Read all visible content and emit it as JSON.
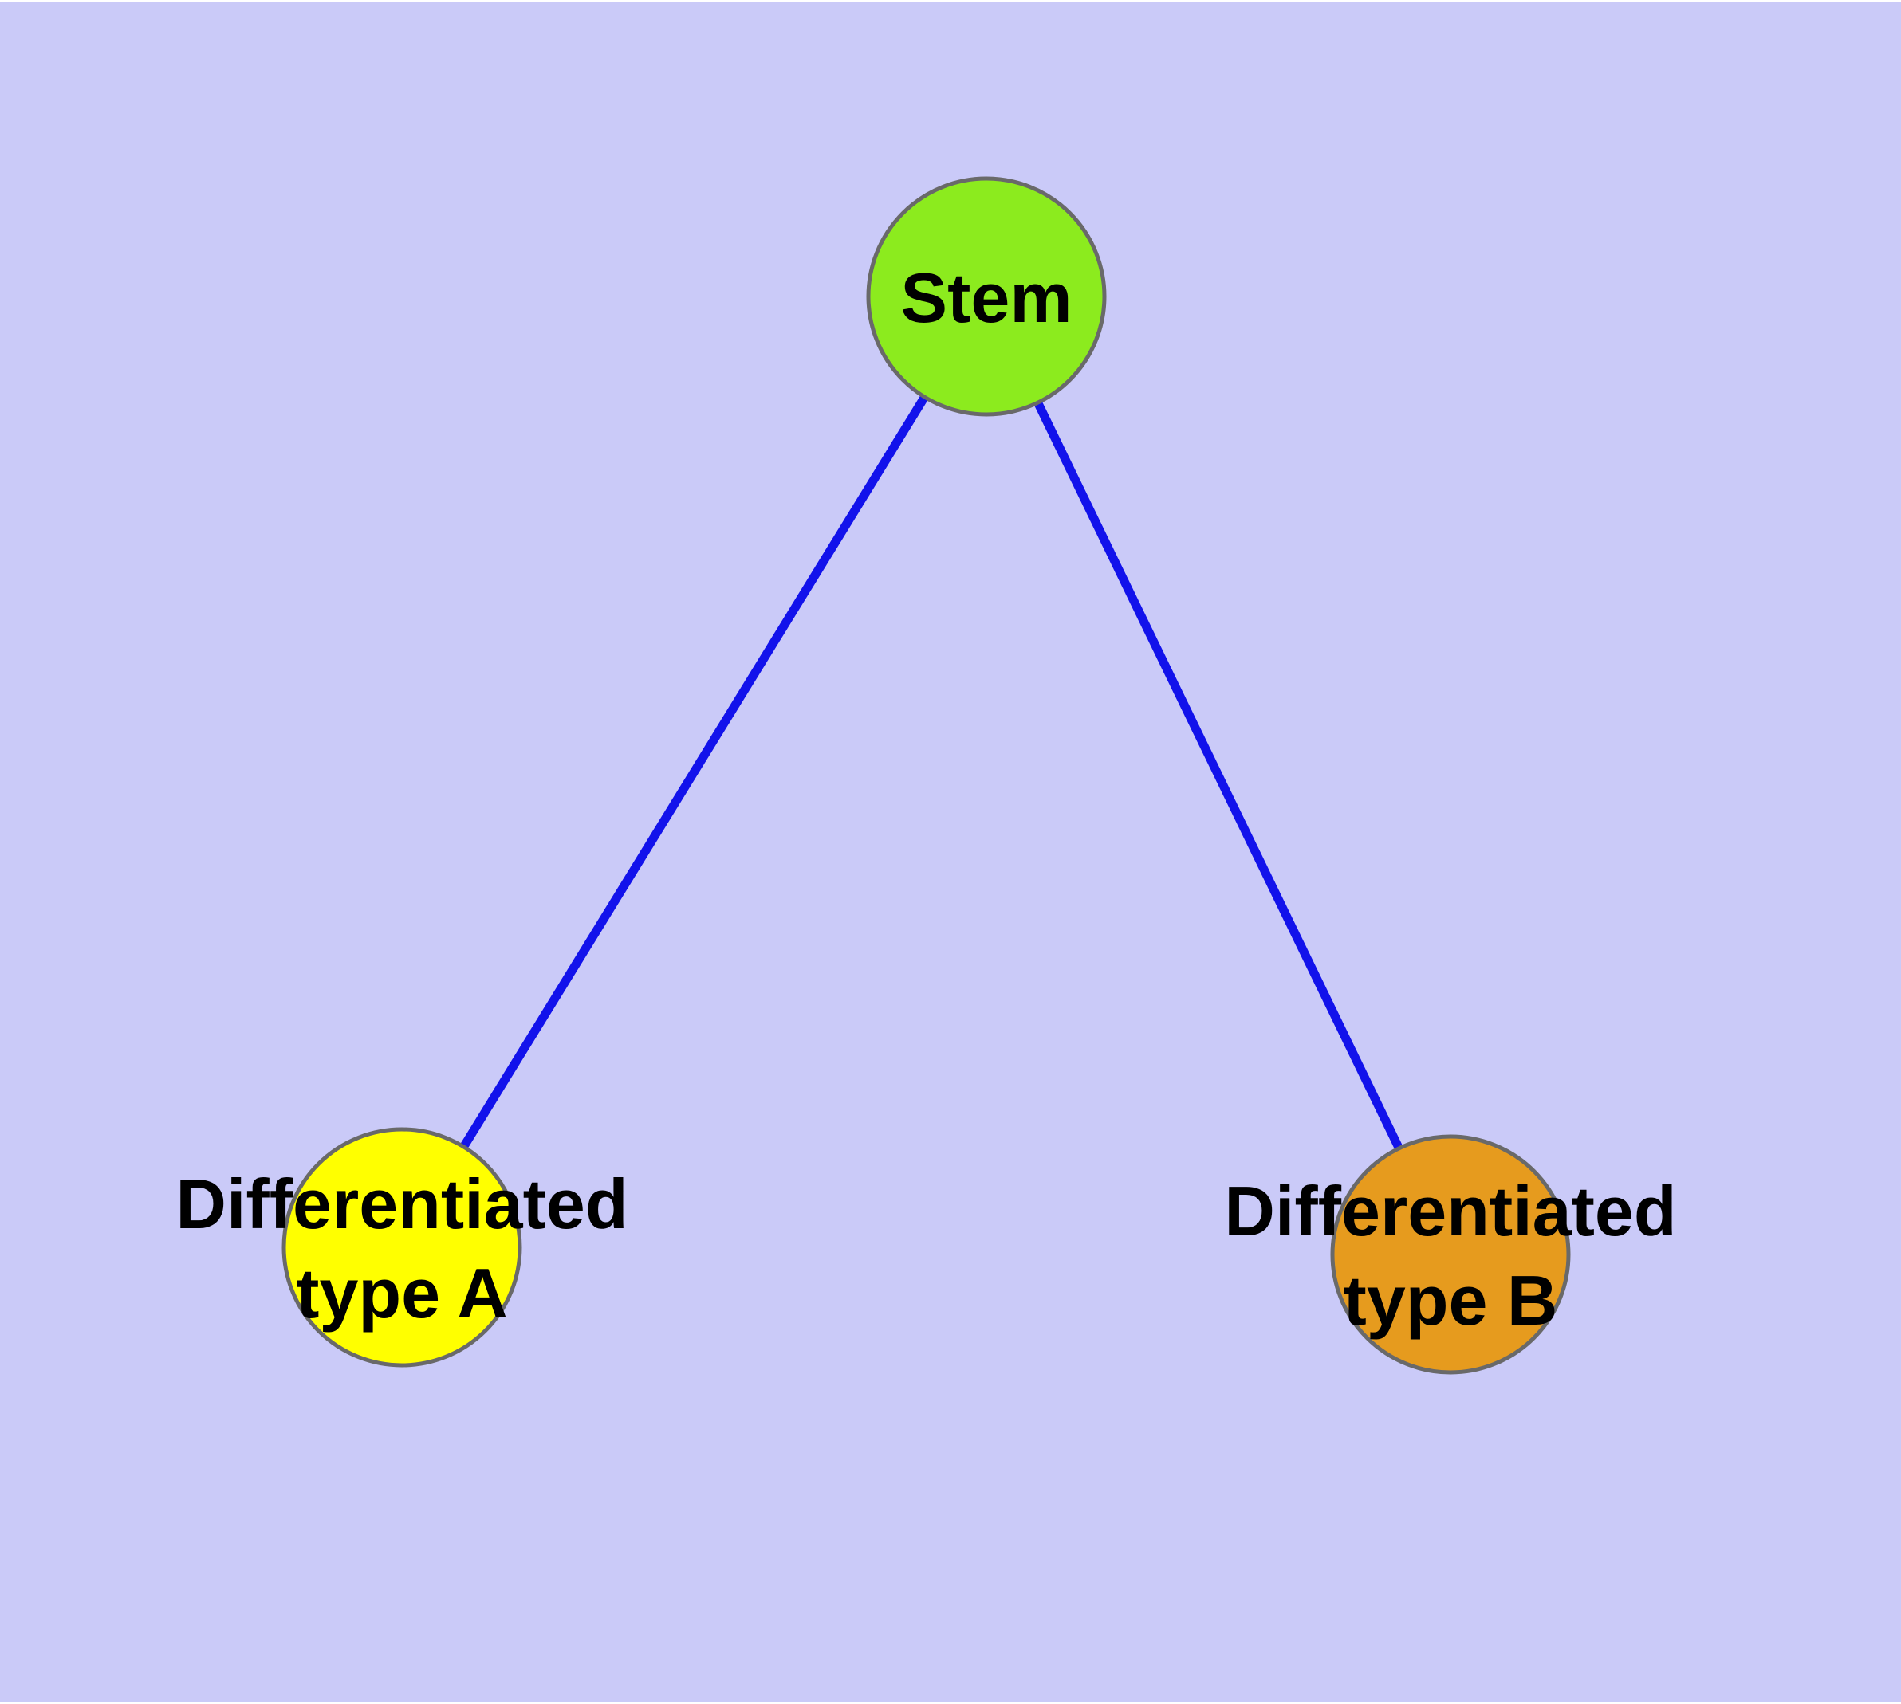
{
  "canvas": {
    "background": "#CACAF8",
    "margin_color": "#FFFFFF"
  },
  "edges": {
    "color": "#1212EB",
    "items": [
      {
        "from": "stem",
        "to": "differentiated-type-a"
      },
      {
        "from": "stem",
        "to": "differentiated-type-b"
      }
    ]
  },
  "nodes": {
    "border_color": "#696969",
    "stem": {
      "label": "Stem",
      "fill": "#8CEB1E"
    },
    "type_a": {
      "label_line1": "Differentiated",
      "label_line2": "type A",
      "fill": "#FFFF00"
    },
    "type_b": {
      "label_line1": "Differentiated",
      "label_line2": "type B",
      "fill": "#E69B1E"
    }
  }
}
